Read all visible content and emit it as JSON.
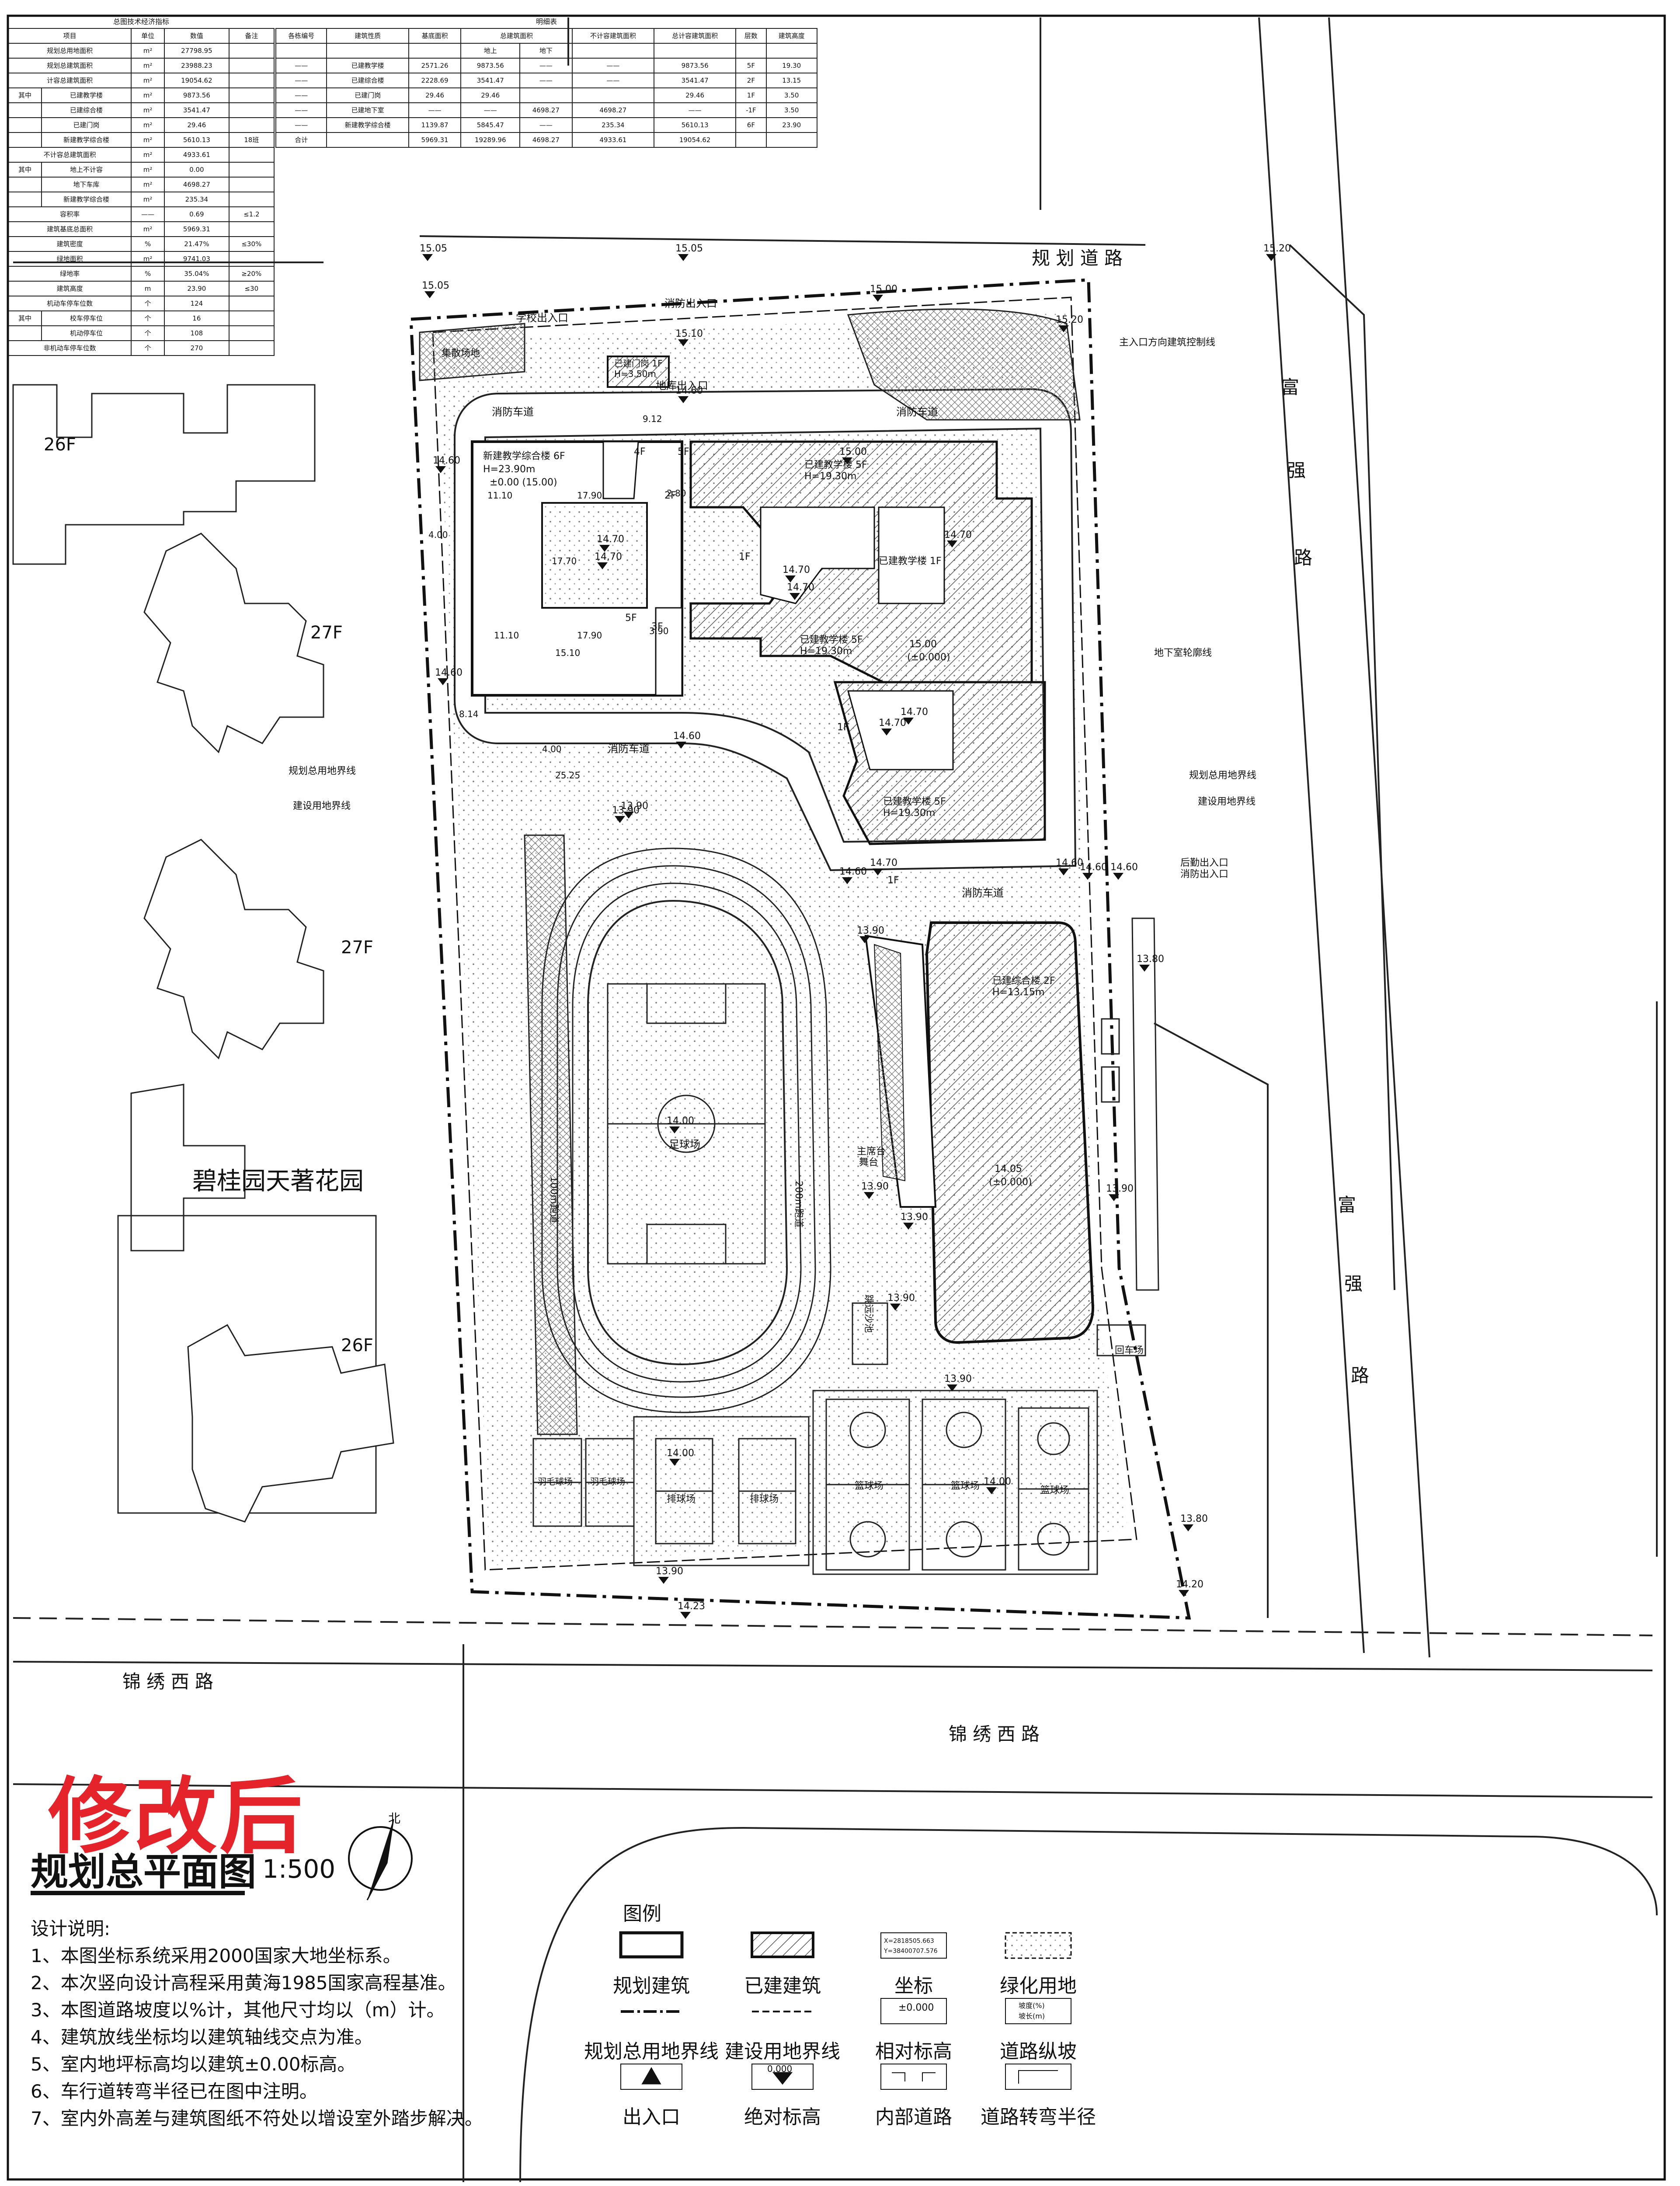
{
  "colors": {
    "line": "#111111",
    "red": "#e4232b",
    "hatch": "#555555"
  },
  "indicator_table": {
    "caption": "总图技术经济指标",
    "headers": [
      "项目",
      "单位",
      "数值",
      "备注"
    ],
    "rows": [
      [
        "规划总用地面积",
        "m²",
        "27798.95",
        ""
      ],
      [
        "规划总建筑面积",
        "m²",
        "23988.23",
        ""
      ],
      [
        "计容总建筑面积",
        "m²",
        "19054.62",
        ""
      ],
      [
        "其中",
        "已建教学楼",
        "m²",
        "9873.56",
        ""
      ],
      [
        "",
        "已建综合楼",
        "m²",
        "3541.47",
        ""
      ],
      [
        "",
        "已建门岗",
        "m²",
        "29.46",
        ""
      ],
      [
        "",
        "新建教学综合楼",
        "m²",
        "5610.13",
        "18班"
      ],
      [
        "不计容总建筑面积",
        "m²",
        "4933.61",
        ""
      ],
      [
        "其中",
        "地上不计容",
        "m²",
        "0.00",
        ""
      ],
      [
        "",
        "地下车库",
        "m²",
        "4698.27",
        ""
      ],
      [
        "",
        "新建教学综合楼",
        "m²",
        "235.34",
        ""
      ],
      [
        "容积率",
        "——",
        "0.69",
        "≤1.2"
      ],
      [
        "建筑基底总面积",
        "m²",
        "5969.31",
        ""
      ],
      [
        "建筑密度",
        "%",
        "21.47%",
        "≤30%"
      ],
      [
        "绿地面积",
        "m²",
        "9741.03",
        ""
      ],
      [
        "绿地率",
        "%",
        "35.04%",
        "≥20%"
      ],
      [
        "建筑高度",
        "m",
        "23.90",
        "≤30"
      ],
      [
        "机动车停车位数",
        "个",
        "124",
        ""
      ],
      [
        "其中",
        "校车停车位",
        "个",
        "16",
        ""
      ],
      [
        "",
        "机动停车位",
        "个",
        "108",
        ""
      ],
      [
        "非机动车停车位数",
        "个",
        "270",
        ""
      ]
    ]
  },
  "detail_table": {
    "caption": "明细表",
    "headers": [
      "各栋编号",
      "建筑性质",
      "基底面积",
      "总建筑面积",
      "",
      "不计容建筑面积",
      "总计容建筑面积",
      "层数",
      "建筑高度"
    ],
    "subheaders": [
      "地上",
      "地下"
    ],
    "rows": [
      [
        "——",
        "已建教学楼",
        "2571.26",
        "9873.56",
        "——",
        "——",
        "9873.56",
        "5F",
        "19.30"
      ],
      [
        "——",
        "已建综合楼",
        "2228.69",
        "3541.47",
        "——",
        "——",
        "3541.47",
        "2F",
        "13.15"
      ],
      [
        "——",
        "已建门岗",
        "29.46",
        "29.46",
        "",
        "",
        "29.46",
        "1F",
        "3.50"
      ],
      [
        "——",
        "已建地下室",
        "——",
        "——",
        "4698.27",
        "4698.27",
        "——",
        "-1F",
        "3.50"
      ],
      [
        "——",
        "新建教学综合楼",
        "1139.87",
        "5845.47",
        "——",
        "235.34",
        "5610.13",
        "6F",
        "23.90"
      ],
      [
        "合计",
        "",
        "5969.31",
        "19289.96",
        "4698.27",
        "4933.61",
        "19054.62",
        "",
        ""
      ]
    ]
  },
  "plan": {
    "roads": {
      "north": "规 划 道 路",
      "south_upper": "锦 绣 西 路",
      "south_lower": "锦 绣 西 路",
      "east_chars_1": [
        "富",
        "强",
        "路"
      ],
      "east_chars_2": [
        "富",
        "强",
        "路"
      ]
    },
    "neighbor": {
      "name": "碧桂园天著花园",
      "towers": [
        "26F",
        "27F",
        "27F",
        "26F"
      ]
    },
    "buildings": {
      "new_block": {
        "name": "新建教学综合楼  6F",
        "height": "H=23.90m",
        "level": "±0.00 (15.00)"
      },
      "teach_a": {
        "name": "已建教学楼  5F",
        "height": "H=19.30m"
      },
      "teach_b": {
        "name": "已建教学楼  5F",
        "height": "H=19.30m"
      },
      "teach_c": {
        "name": "已建教学楼  5F",
        "height": "H=19.30m"
      },
      "teach_1f": "已建教学楼   1F",
      "gate": {
        "name": "已建门岗  1F",
        "height": "H=3.50m"
      },
      "complex": {
        "name": "已建综合楼  2F",
        "height": "H=13.15m",
        "level": "14.05",
        "zero": "(±0.000)"
      },
      "teach_level": "15.00",
      "teach_zero": "(±0.000)"
    },
    "labels": {
      "school_entrance": "学校出入口",
      "fire_entrance": "消防出入口",
      "garage_entrance": "地库出入口",
      "fire_lane": "消防车道",
      "main_line": "主入口方向建筑控制线",
      "basement_line": "地下室轮廓线",
      "plan_line": "规划总用地界线",
      "build_line": "建设用地界线",
      "logistics": "后勤出入口",
      "fire_exit2": "消防出入口",
      "football": "足球场",
      "track200": "200m跑道",
      "track100": "100m跑道",
      "podium": "主席台",
      "podium2": "舞台",
      "badminton": "羽毛球场",
      "volleyball": "排球场",
      "basketball": "篮球场",
      "turn": "回车场",
      "long_jump": "跳远沙池",
      "sign": "集散场地",
      "four_f": "4F",
      "five_f": "5F",
      "one_f": "1F",
      "two_f": "2F",
      "three_f": "3F"
    },
    "elevations": [
      "15.05",
      "15.05",
      "15.20",
      "15.05",
      "15.00",
      "15.20",
      "15.10",
      "14.60",
      "14.60",
      "14.60",
      "14.70",
      "14.70",
      "14.70",
      "14.70",
      "14.70",
      "14.70",
      "14.70",
      "14.60",
      "14.60",
      "13.90",
      "13.90",
      "14.60",
      "14.60",
      "14.60",
      "13.90",
      "13.80",
      "13.90",
      "13.90",
      "13.90",
      "14.00",
      "14.00",
      "14.00",
      "13.90",
      "13.90",
      "13.80",
      "14.20",
      "14.23",
      "15.00",
      "14.70",
      "13.90"
    ],
    "dims": [
      "11.10",
      "17.90",
      "11.10",
      "17.90",
      "17.70",
      "15.10",
      "4.00",
      "8.14",
      "9.12",
      "25.25",
      "4.00",
      "3.90",
      "2.80"
    ]
  },
  "title": {
    "stamp": "修改后",
    "main": "规划总平面图",
    "scale": "1:500",
    "north": "北"
  },
  "notes": {
    "heading": "设计说明:",
    "items": [
      "1、本图坐标系统采用2000国家大地坐标系。",
      "2、本次竖向设计高程采用黄海1985国家高程基准。",
      "3、本图道路坡度以%计，其他尺寸均以（m）计。",
      "4、建筑放线坐标均以建筑轴线交点为准。",
      "5、室内地坪标高均以建筑±0.00标高。",
      "6、车行道转弯半径已在图中注明。",
      "7、室内外高差与建筑图纸不符处以增设室外踏步解决。"
    ]
  },
  "legend": {
    "title": "图例",
    "items": [
      "规划建筑",
      "已建建筑",
      "坐标",
      "绿化用地",
      "规划总用地界线",
      "建设用地界线",
      "相对标高",
      "道路纵坡",
      "出入口",
      "绝对标高",
      "内部道路",
      "道路转弯半径"
    ],
    "coord_sample_x": "X=2818505.663",
    "coord_sample_y": "Y=38400707.576",
    "rel_sample": "±0.000",
    "abs_sample": "0.000",
    "slope_sample": "坡度(%)",
    "slope_sample2": "坡长(m)"
  }
}
